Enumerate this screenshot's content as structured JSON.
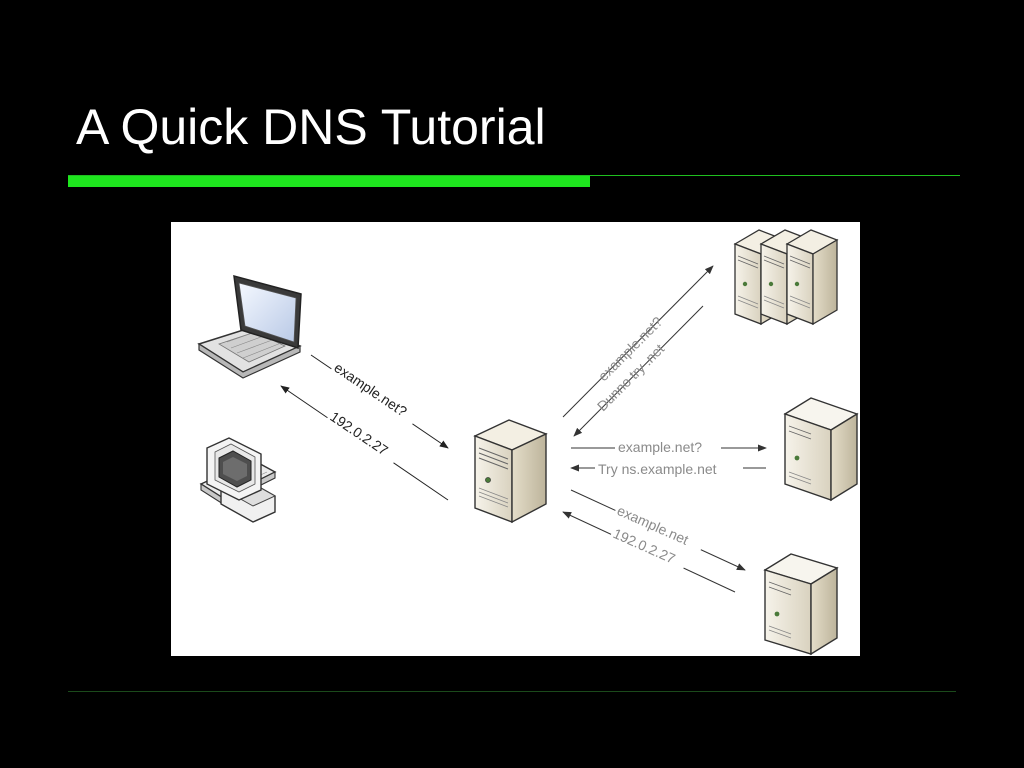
{
  "slide": {
    "title": "A Quick DNS Tutorial",
    "accent_color": "#1ee61e",
    "background_color": "#000000"
  },
  "diagram": {
    "client_query": "example.net?",
    "client_answer": "192.0.2.27",
    "root_query": "example.net?",
    "root_reply": "Dunno try .net",
    "tld_query": "example.net?",
    "tld_reply": "Try ns.example.net",
    "auth_query": "example.net",
    "auth_answer": "192.0.2.27",
    "icons": [
      "laptop-icon",
      "desktop-computer-icon",
      "dns-resolver-server-icon",
      "root-servers-icon",
      "net-server-icon",
      "authoritative-server-icon"
    ]
  }
}
